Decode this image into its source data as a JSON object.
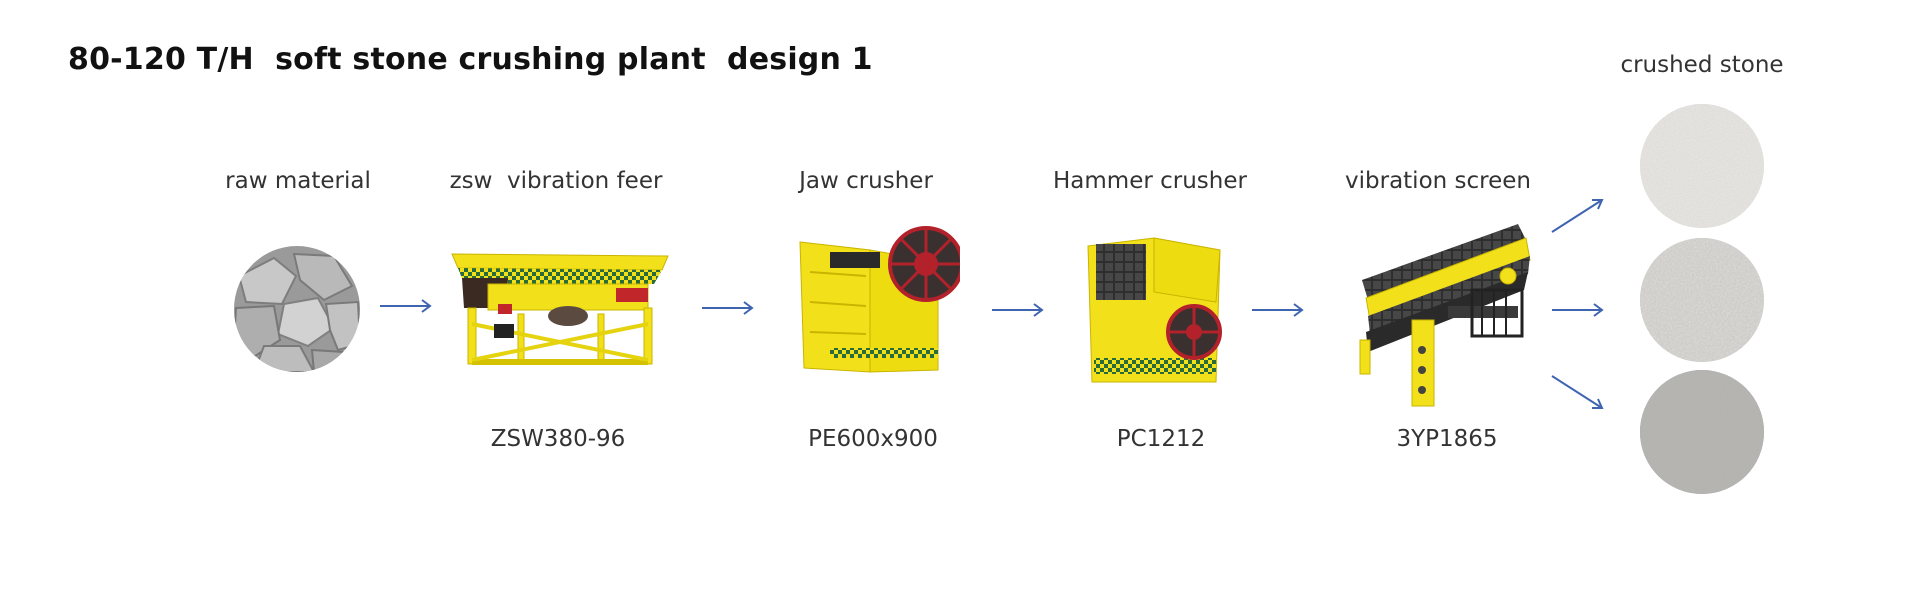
{
  "title": "80-120 T/H  soft stone crushing plant  design 1",
  "stages": [
    {
      "label": "raw material",
      "model": ""
    },
    {
      "label": "zsw  vibration feer",
      "model": "ZSW380-96"
    },
    {
      "label": "Jaw crusher",
      "model": "PE600x900"
    },
    {
      "label": "Hammer crusher",
      "model": "PC1212"
    },
    {
      "label": "vibration screen",
      "model": "3YP1865"
    }
  ],
  "output_label": "crushed stone",
  "colors": {
    "machine_yellow": "#f2e11a",
    "arrow_blue": "#3f64b0",
    "flywheel_red": "#b3222a",
    "dark_steel": "#2b2b2b"
  },
  "icons": [
    "raw-stone-image",
    "vibration-feeder-image",
    "jaw-crusher-image",
    "hammer-crusher-image",
    "vibration-screen-image",
    "crushed-stone-image"
  ]
}
